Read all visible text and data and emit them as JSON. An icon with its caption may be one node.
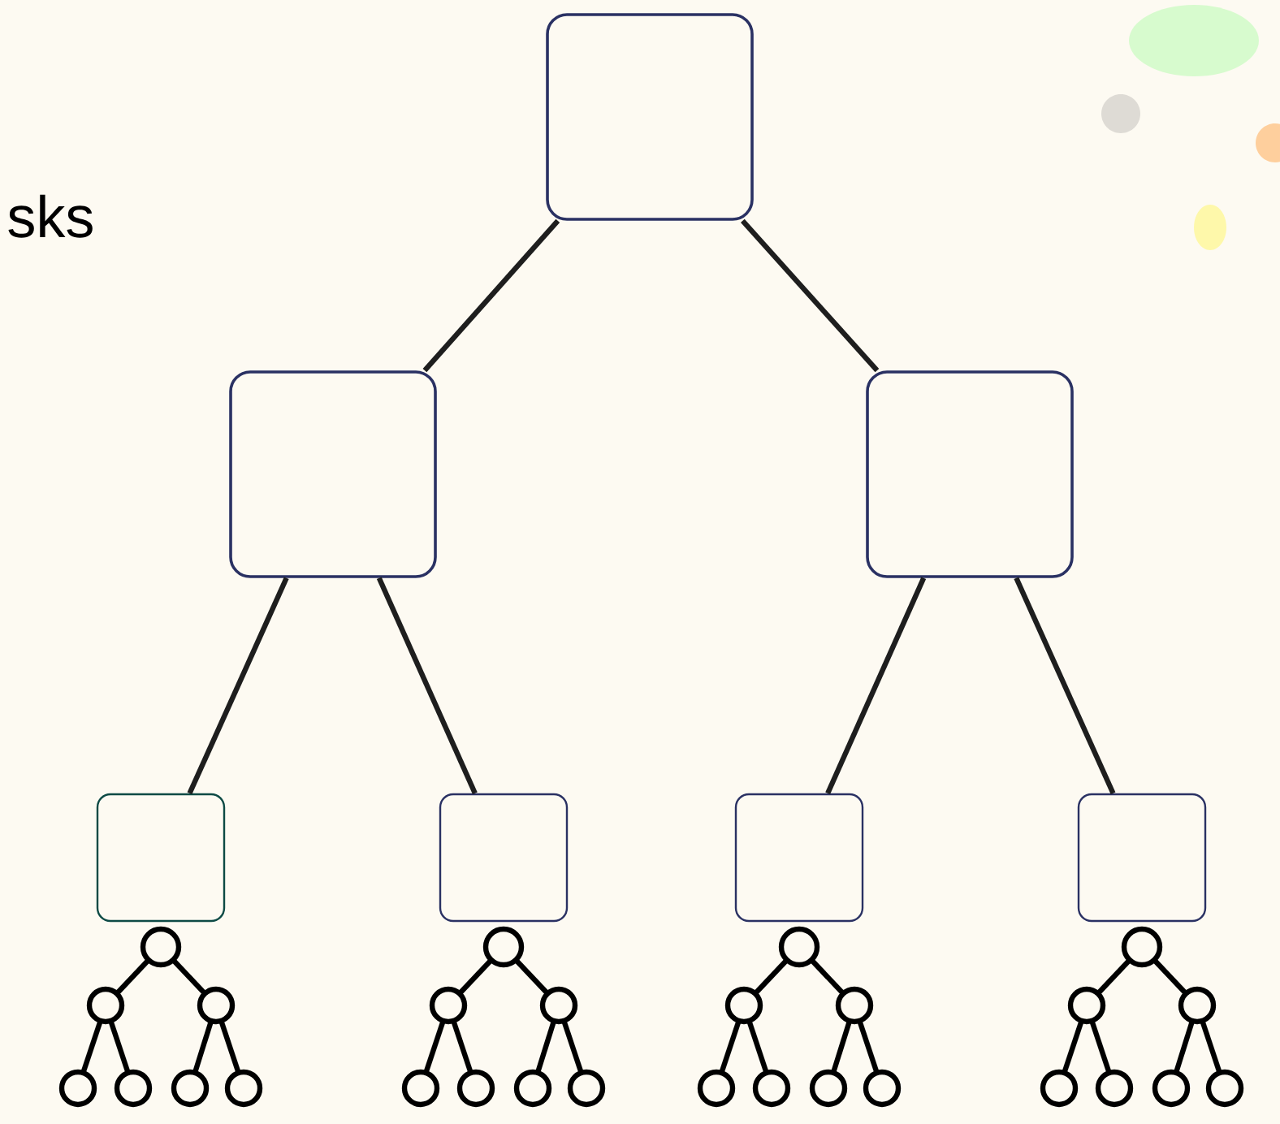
{
  "diagram": {
    "nodes": [
      {
        "text": [],
        "shape": "box"
      },
      {
        "text": [],
        "shape": "box"
      },
      {
        "text": [],
        "shape": "box"
      },
      {
        "text": [],
        "shape": "box"
      },
      {
        "text": [],
        "shape": "box"
      },
      {
        "text": [],
        "shape": "box"
      },
      {
        "text": [],
        "shape": "box"
      }
    ],
    "edges": [
      {
        "from": 0,
        "to": 1,
        "arrow": "none"
      },
      {
        "from": 0,
        "to": 2,
        "arrow": "none"
      },
      {
        "from": 1,
        "to": 3,
        "arrow": "none"
      },
      {
        "from": 1,
        "to": 4,
        "arrow": "none"
      },
      {
        "from": 2,
        "to": 5,
        "arrow": "none"
      },
      {
        "from": 2,
        "to": 6,
        "arrow": "none"
      }
    ],
    "labels": [
      "sks"
    ]
  }
}
